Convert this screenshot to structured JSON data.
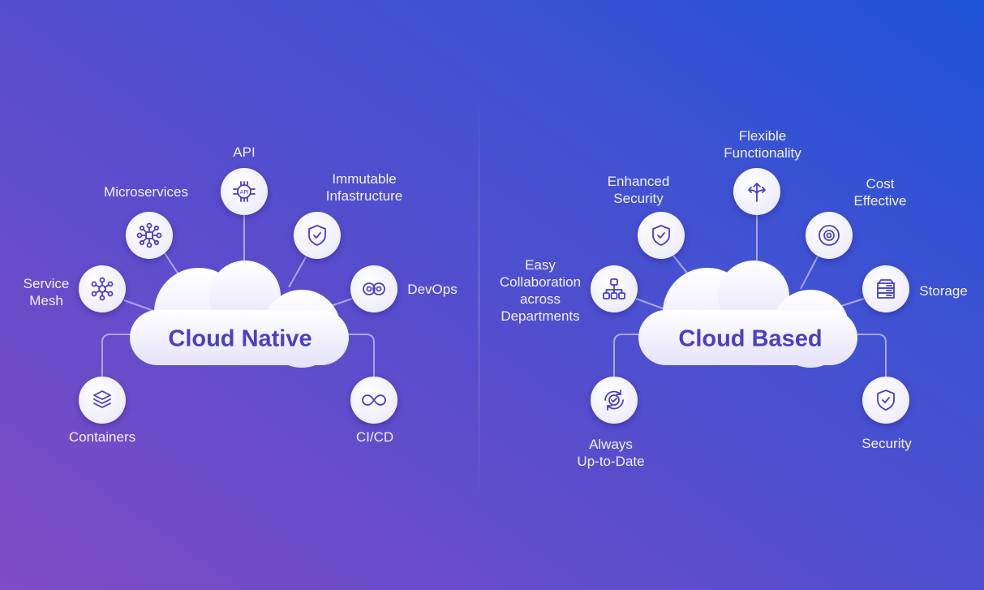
{
  "left": {
    "title": "Cloud Native",
    "nodes": {
      "api": {
        "label": "API",
        "icon": "api-chip-icon"
      },
      "microservices": {
        "label": "Microservices",
        "icon": "network-hub-icon"
      },
      "immutable": {
        "label1": "Immutable",
        "label2": "Infastructure",
        "icon": "shield-check-icon"
      },
      "service_mesh": {
        "label1": "Service",
        "label2": "Mesh",
        "icon": "mesh-icon"
      },
      "devops": {
        "label": "DevOps",
        "icon": "gears-cycle-icon"
      },
      "containers": {
        "label": "Containers",
        "icon": "layers-icon"
      },
      "cicd": {
        "label": "CI/CD",
        "icon": "infinity-icon"
      }
    }
  },
  "right": {
    "title": "Cloud Based",
    "nodes": {
      "flexible": {
        "label1": "Flexible",
        "label2": "Functionality",
        "icon": "split-arrows-icon"
      },
      "enhanced_security": {
        "label1": "Enhanced",
        "label2": "Security",
        "icon": "shield-check-icon"
      },
      "cost": {
        "label1": "Cost",
        "label2": "Effective",
        "icon": "gear-cycle-icon"
      },
      "collab": {
        "label1": "Easy",
        "label2": "Collaboration",
        "label3": "across",
        "label4": "Departments",
        "icon": "org-chart-icon"
      },
      "storage": {
        "label": "Storage",
        "icon": "server-icon"
      },
      "uptodate": {
        "label1": "Always",
        "label2": "Up-to-Date",
        "icon": "refresh-check-icon"
      },
      "security": {
        "label": "Security",
        "icon": "shield-check-icon"
      }
    }
  },
  "colors": {
    "accent": "#4b3fc4",
    "line": "#b9b4f0"
  }
}
